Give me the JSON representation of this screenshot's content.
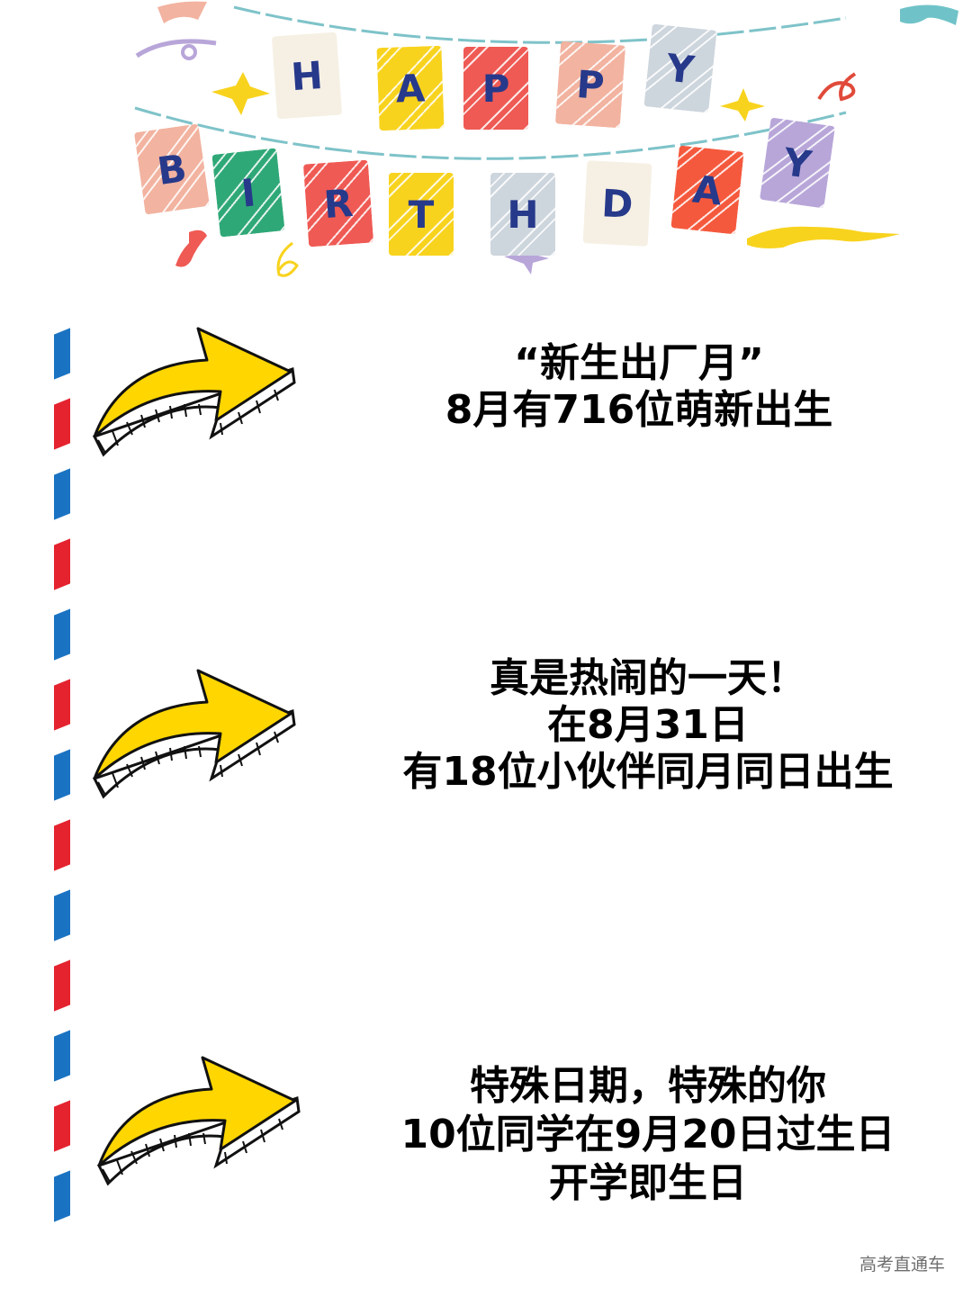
{
  "banner": {
    "row1": [
      {
        "letter": "H",
        "color": "#f6f0e4",
        "plain": true
      },
      {
        "letter": "A",
        "color": "#f8d31e"
      },
      {
        "letter": "P",
        "color": "#ef5a54"
      },
      {
        "letter": "P",
        "color": "#f2b3a0"
      },
      {
        "letter": "Y",
        "color": "#cdd5dd"
      }
    ],
    "row2": [
      {
        "letter": "B",
        "color": "#f2b3a0"
      },
      {
        "letter": "I",
        "color": "#2fa877"
      },
      {
        "letter": "R",
        "color": "#ef5a54"
      },
      {
        "letter": "T",
        "color": "#f8d31e"
      },
      {
        "letter": "H",
        "color": "#cdd5dd"
      },
      {
        "letter": "D",
        "color": "#f6f0e4",
        "plain": true
      },
      {
        "letter": "A",
        "color": "#f5593d"
      },
      {
        "letter": "Y",
        "color": "#b8a6d9"
      }
    ],
    "string_color": "#7ec3c9",
    "letter_color": "#27398a"
  },
  "colors": {
    "arrow_fill": "#FFD600",
    "stripe_blue": "#1a73c2",
    "stripe_red": "#e4232f",
    "text": "#000000",
    "watermark": "#6d6d6d"
  },
  "sections": [
    {
      "lines": [
        "“新生出厂月”",
        "8月有716位萌新出生"
      ]
    },
    {
      "lines": [
        "真是热闹的一天！",
        "在8月31日",
        "有18位小伙伴同月同日出生"
      ]
    },
    {
      "lines": [
        "特殊日期，特殊的你",
        "10位同学在9月20日过生日",
        "开学即生日"
      ]
    }
  ],
  "watermark": "高考直通车"
}
